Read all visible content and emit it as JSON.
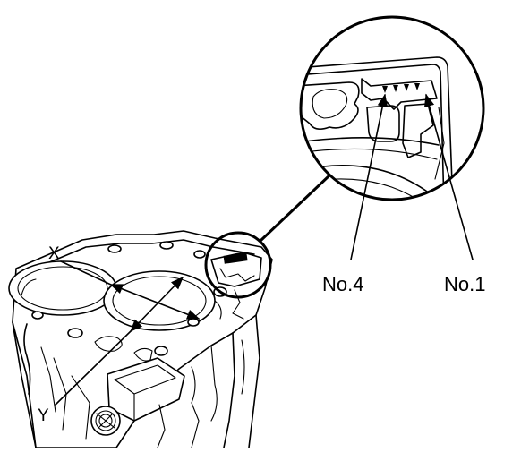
{
  "labels": {
    "x_axis": "X",
    "y_axis": "Y",
    "cylinder_mark_left": "No.4",
    "cylinder_mark_right": "No.1"
  },
  "marks": {
    "triangle_count": 4
  }
}
